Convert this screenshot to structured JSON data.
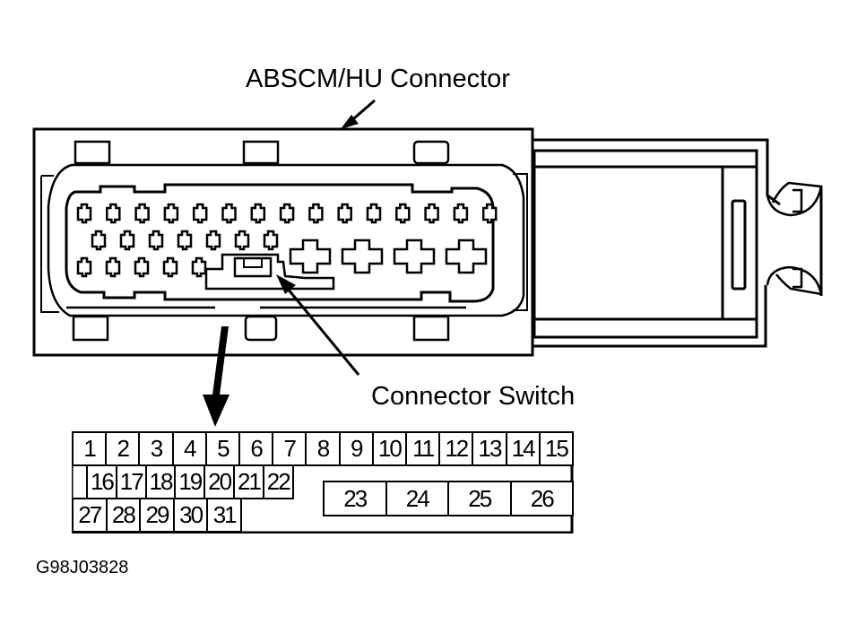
{
  "diagram": {
    "title": "ABSCM/HU Connector",
    "callouts": {
      "connector_switch": "Connector Switch"
    },
    "figure_id": "G98J03828",
    "pin_layout": {
      "row1": [
        "1",
        "2",
        "3",
        "4",
        "5",
        "6",
        "7",
        "8",
        "9",
        "10",
        "11",
        "12",
        "13",
        "14",
        "15"
      ],
      "row2": [
        "16",
        "17",
        "18",
        "19",
        "20",
        "21",
        "22"
      ],
      "row2_large": [
        "23",
        "24",
        "25",
        "26"
      ],
      "row3": [
        "27",
        "28",
        "29",
        "30",
        "31"
      ]
    },
    "connector_face": {
      "small_cavities_row1": 15,
      "small_cavities_row2": 7,
      "small_cavities_row3": 5,
      "large_cavities": 4
    },
    "colors": {
      "line": "#000000",
      "background": "#ffffff"
    }
  }
}
